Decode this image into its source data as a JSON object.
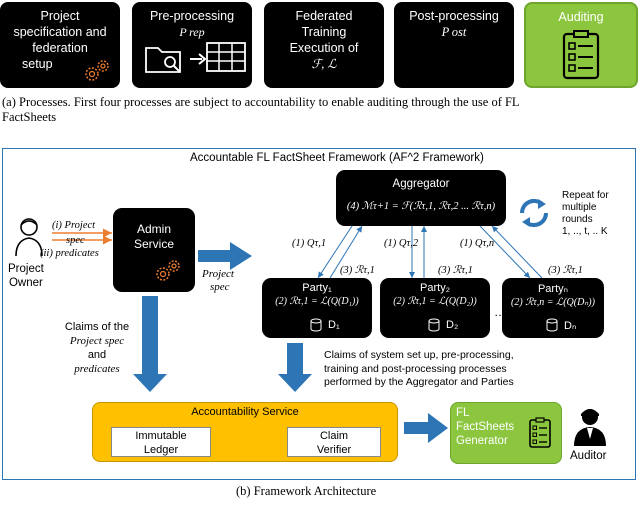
{
  "processes": [
    {
      "lines": [
        "Project",
        "specification and",
        "federation",
        "setup"
      ]
    },
    {
      "lines": [
        "Pre-processing",
        "P rep"
      ]
    },
    {
      "lines": [
        "Federated",
        "Training",
        "Execution of",
        "ℱ, ℒ"
      ]
    },
    {
      "lines": [
        "Post-processing",
        "P ost"
      ]
    },
    {
      "lines": [
        "Auditing"
      ]
    }
  ],
  "caption_a": [
    "(a) Processes. First four processes are subject to accountability to enable auditing through the use of FL",
    "FactSheets"
  ],
  "framework_title": "Accountable FL FactSheet Framework (AF^2 Framework)",
  "aggregator": {
    "title": "Aggregator",
    "formula": "(4) ℳτ+1 = ℱ(ℛτ,1, ℛτ,2 ... ℛτ,n)"
  },
  "repeat": [
    "Repeat for",
    "multiple",
    "rounds",
    "1, .., t, .. K"
  ],
  "project_owner": [
    "Project",
    "Owner"
  ],
  "owner_arrows": {
    "spec": "(i) Project",
    "spec2": "spec",
    "pred": "(ii) predicates"
  },
  "admin": [
    "Admin",
    "Service"
  ],
  "project_spec": [
    "Project",
    "spec"
  ],
  "queries": [
    "(1) Qτ,1",
    "(1) Qτ,2",
    "(1) Qτ,n"
  ],
  "replies": [
    "(3) ℛτ,1",
    "(3) ℛτ,1",
    "(3) ℛτ,1"
  ],
  "parties": [
    {
      "title": "Party₁",
      "formula": "(2) ℛτ,1 = ℒ(Q(D₁))",
      "data": "D₁"
    },
    {
      "title": "Party₂",
      "formula": "(2) ℛτ,1 = ℒ(Q(D₂))",
      "data": "D₂"
    },
    {
      "title": "Partyₙ",
      "formula": "(2) ℛτ,n = ℒ(Q(Dₙ))",
      "data": "Dₙ"
    }
  ],
  "ellipsis": "…",
  "claims_left": [
    "Claims of the",
    "Project spec",
    "and",
    "predicates"
  ],
  "claims_right": [
    "Claims of system set up, pre-processing,",
    "training and post-processing processes",
    "performed by the Aggregator and Parties"
  ],
  "accountability": {
    "title": "Accountability Service",
    "ledger": [
      "Immutable",
      "Ledger"
    ],
    "verifier": [
      "Claim",
      "Verifier"
    ]
  },
  "factsheets": [
    "FL",
    "FactSheets",
    "Generator"
  ],
  "auditor": "Auditor",
  "caption_b": "(b) Framework Architecture",
  "colors": {
    "accent": "#2e75b6",
    "orange": "#ed7d31",
    "green": "#8cc63f",
    "gold": "#ffc000"
  }
}
